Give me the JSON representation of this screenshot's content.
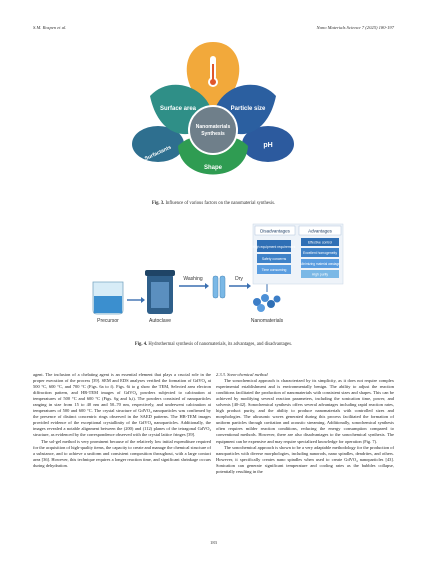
{
  "header": {
    "left": "S.M. Rospen et al.",
    "right": "Nano Materials Science 7 (2025) 180-197"
  },
  "figure3": {
    "petals": {
      "temperature": "Temperature",
      "surface_area": "Surface area",
      "particle_size": "Particle size",
      "surfactants": "Surfactants",
      "ph": "pH",
      "shape": "Shape"
    },
    "center_line1": "Nanomaterials",
    "center_line2": "Synthesis",
    "colors": {
      "top": "#f2a93b",
      "left": "#2f8f87",
      "right": "#2b5fa0",
      "bottom": "#2f9c52",
      "center": "#6f7f8a",
      "far_left": "#2e6f8f",
      "far_right": "#2c5a9e"
    },
    "caption_label": "Fig. 3.",
    "caption_text": "Influence of various factors on the nanomaterial synthesis."
  },
  "figure4": {
    "steps": {
      "precursor": "Precursor",
      "washing": "Washing",
      "autoclave": "Autoclave",
      "dry": "Dry",
      "nanomaterials": "Nanomaterials"
    },
    "disadvantages_title": "Disadvantages",
    "advantages_title": "Advantages",
    "disadvantages": [
      "High equipment requirement",
      "Safety concerns",
      "Time consuming"
    ],
    "advantages": [
      "Effective control",
      "Excellent homogeneity",
      "Minimizing material wastage",
      "High purity"
    ],
    "caption_label": "Fig. 4.",
    "caption_text": "Hydrothermal synthesis of nanomaterials, its advantages, and disadvantages."
  },
  "left_column": {
    "p1": "agent. The inclusion of a chelating agent is an essential element that plays a crucial role in the proper execution of the process [39]. SEM and EDS analyses verified the formation of GdVO₄ at 500 °C, 600 °C, and 700 °C (Figs. 6a to f). Figs. 6i to g show the TEM, Selected area electron diffraction pattern, and HR-TEM images of GdVO₄ powders subjected to calcination at temperatures of 500 °C and 600 °C (Figs. 6g and h,i). The powders consisted of nanoparticles ranging in size from 15 to 40 nm and 50–70 nm, respectively, and underwent calcination at temperatures of 500 and 600 °C. The crystal structure of GdVO₄ nanoparticles was confirmed by the presence of distinct concentric rings observed in the SAED patterns. The HR-TEM images provided evidence of the exceptional crystallinity of the GdVO₄ nanoparticles. Additionally, the images revealed a notable alignment between the (200) and (112) planes of the tetragonal GdVO₄ structure, as evidenced by the correspondence observed with the crystal lattice fringes [39].",
    "p2": "The sol-gel method is very prominent because of the relatively low initial expenditure required for the acquisition of high-quality items, the capacity to create and manage the chemical structure of a substance, and to achieve a uniform and consistent composition throughout, with a large contact area [36]. However, this technique requires a longer reaction time, and significant shrinkage occurs during dehydration."
  },
  "right_column": {
    "section_title": "2.3.3. Sono-chemical method",
    "p1": "The sonochemical approach is characterized by its simplicity, as it does not require complex experimental establishment and is environmentally benign. The ability to adjust the reaction conditions facilitated the production of nanomaterials with consistent sizes and shapes. This can be achieved by modifying several reaction parameters, including the sonication time, power, and solvents [40-42]. Sonochemical synthesis offers several advantages including rapid reaction rates, high product purity, and the ability to produce nanomaterials with controlled sizes and morphologies. The ultrasonic waves generated during this process facilitated the formation of uniform particles through cavitation and acoustic streaming. Additionally, sonochemical synthesis often requires milder reaction conditions, reducing the energy consumption compared to conventional methods. However, there are also disadvantages to the sonochemical synthesis. The equipment can be expensive and may require specialized knowledge for operation (Fig. 7).",
    "p2": "The sonochemical approach is shown to be a very adaptable methodology for the production of nanoparticles with diverse morphologies, including nanorods, nano spindles, dendrites, and others. However, it specifically creates nano spindles when used to create GdVO₄ nanoparticles [43]. Sonication can generate significant temperature and cooling rates as the bubbles collapse, potentially resulting in the"
  },
  "page_number": "183"
}
